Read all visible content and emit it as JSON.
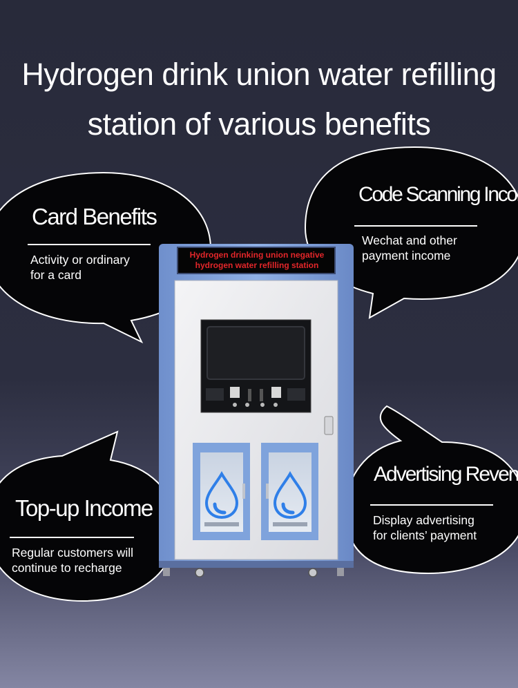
{
  "title": "Hydrogen drink union water refilling\nstation of various benefits",
  "bubbles": [
    {
      "title": "Card Benefits",
      "text": "Activity or ordinary\nfor a card"
    },
    {
      "title": "Code Scanning Income",
      "text": "Wechat and other\npayment income"
    },
    {
      "title": "Top-up Income",
      "text": "Regular customers will\ncontinue to recharge"
    },
    {
      "title": "Advertising Revenue",
      "text": "Display advertising\nfor clients’ payment"
    }
  ],
  "machine": {
    "sign": "Hydrogen drinking union negative\nhydrogen water refilling station",
    "body_color": "#7e9fd6",
    "door_color": "#ececee",
    "drop_color": "#2f7fe8",
    "sign_text_color": "#e3262a"
  }
}
